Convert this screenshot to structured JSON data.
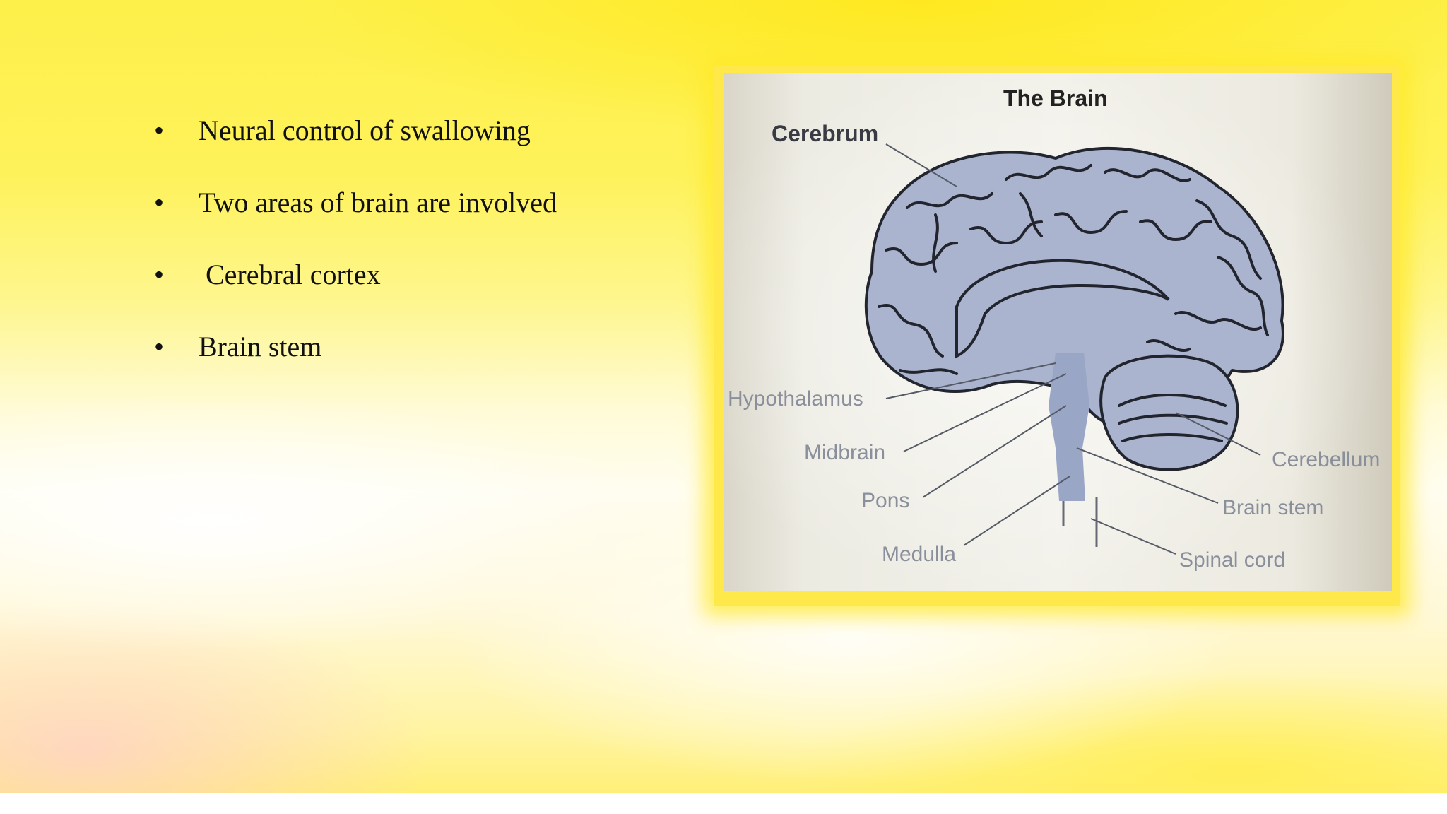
{
  "bullets": [
    {
      "marker": "•",
      "text": "Neural control of swallowing"
    },
    {
      "marker": "•",
      "text": "Two areas of brain are involved"
    },
    {
      "marker": "•",
      "text": " Cerebral cortex"
    },
    {
      "marker": "•",
      "text": "Brain stem"
    }
  ],
  "figure": {
    "title": "The Brain",
    "labels": {
      "cerebrum": "Cerebrum",
      "hypothalamus": "Hypothalamus",
      "midbrain": "Midbrain",
      "pons": "Pons",
      "medulla": "Medulla",
      "cerebellum": "Cerebellum",
      "brain_stem": "Brain stem",
      "spinal_cord": "Spinal cord"
    }
  },
  "colors": {
    "brain_fill": "#aab4cf",
    "brain_outline": "#22252e",
    "brainstem_fill": "#9aa6c6",
    "label": "#8a8f9c"
  }
}
